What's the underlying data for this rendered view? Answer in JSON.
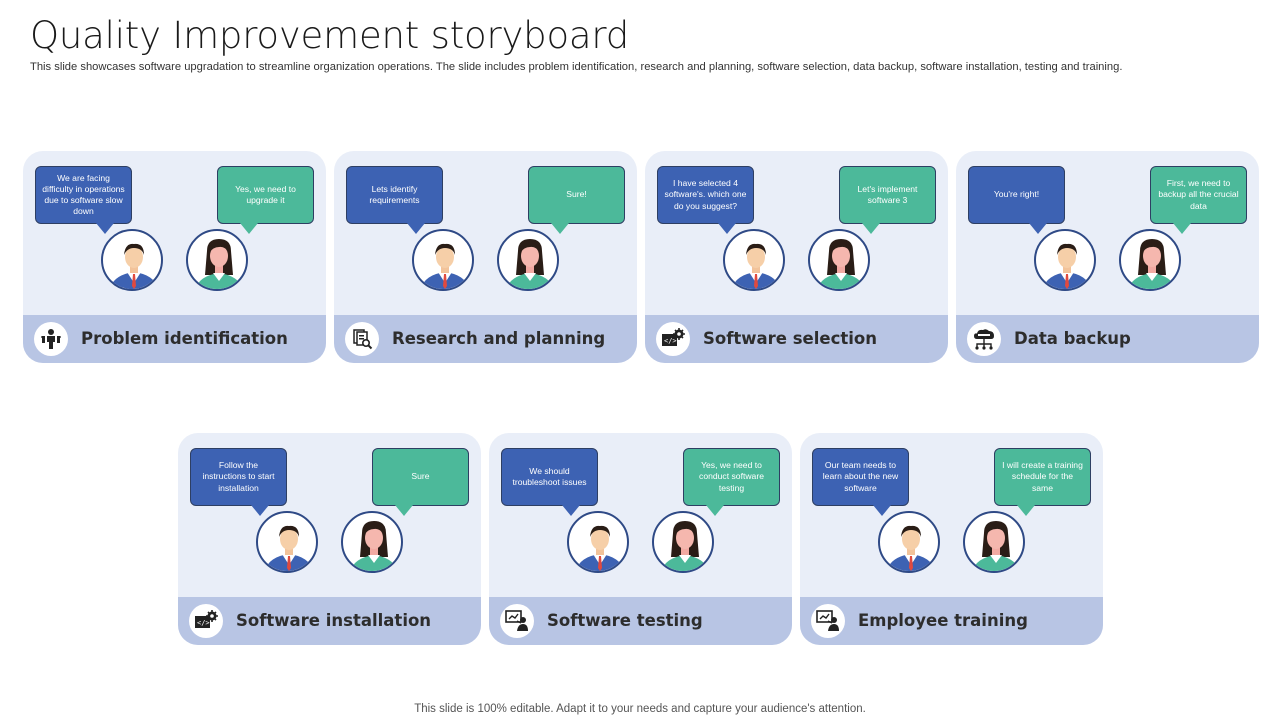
{
  "title": "Quality Improvement storyboard",
  "subtitle": "This slide showcases software upgradation to streamline organization operations. The slide includes problem identification, research and planning, software selection, data backup, software installation, testing and training.",
  "footer": "This slide is 100% editable. Adapt it to your needs and capture your audience's attention.",
  "colors": {
    "card_bg": "#e9eef8",
    "band_bg": "#b8c5e4",
    "bubble_blue": "#3d62b3",
    "bubble_green": "#4cb99a",
    "avatar_ring": "#2f4a86"
  },
  "cards": [
    {
      "label": "Problem identification",
      "icon": "person-icon",
      "blue_text": "We are facing difficulty in operations due to software slow down",
      "green_text": "Yes, we need to upgrade it"
    },
    {
      "label": "Research and planning",
      "icon": "documents-search-icon",
      "blue_text": "Lets identify requirements",
      "green_text": "Sure!"
    },
    {
      "label": "Software selection",
      "icon": "code-gear-icon",
      "blue_text": "I have selected 4 software's. which one do you suggest?",
      "green_text": "Let's implement software 3"
    },
    {
      "label": "Data backup",
      "icon": "cloud-database-icon",
      "blue_text": "You're right!",
      "green_text": "First, we need to backup all the crucial data"
    },
    {
      "label": "Software installation",
      "icon": "code-gear-icon",
      "blue_text": "Follow the instructions to start installation",
      "green_text": "Sure"
    },
    {
      "label": "Software testing",
      "icon": "presenter-screen-icon",
      "blue_text": "We should troubleshoot issues",
      "green_text": "Yes, we need to conduct software testing"
    },
    {
      "label": "Employee training",
      "icon": "presenter-screen-icon",
      "blue_text": "Our team needs to learn about the new software",
      "green_text": "I will create a training schedule for the same"
    }
  ]
}
